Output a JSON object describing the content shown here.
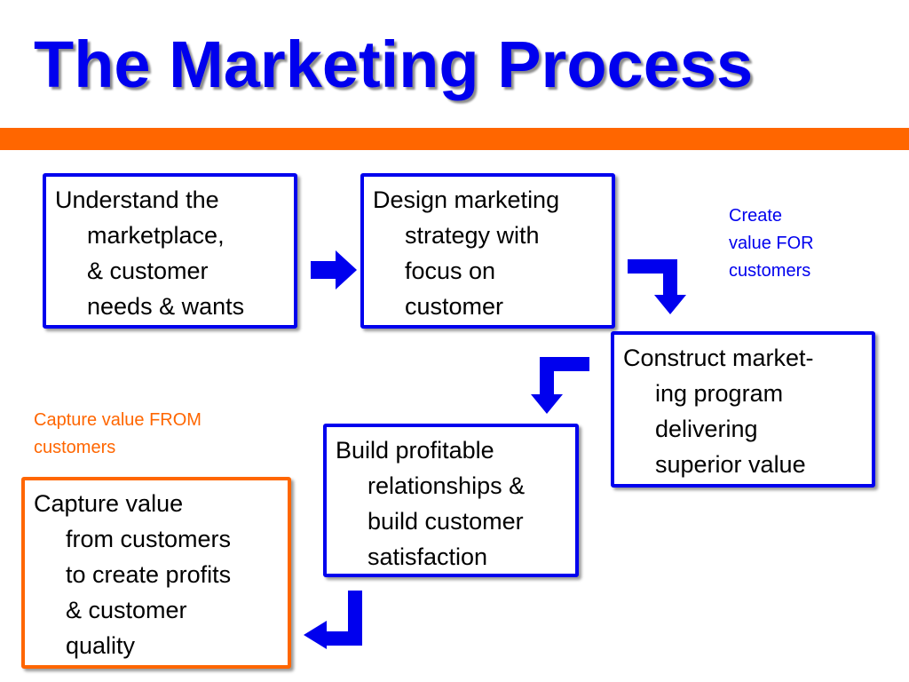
{
  "title": "The Marketing Process",
  "colors": {
    "title": "#0000ee",
    "rule": "#ff6600",
    "box_border": "#0000ee",
    "capture_border": "#ff6600",
    "arrow": "#0000ee",
    "create_note": "#0000ee",
    "capture_note": "#ff6600"
  },
  "steps": [
    {
      "lines": [
        "Understand the",
        "marketplace,",
        "& customer",
        "needs & wants"
      ]
    },
    {
      "lines": [
        "Design marketing",
        "strategy with",
        "focus on",
        "customer"
      ]
    },
    {
      "lines": [
        "Construct market-",
        "ing program",
        "delivering",
        "superior value"
      ]
    },
    {
      "lines": [
        "Build profitable",
        "relationships &",
        "build customer",
        "satisfaction"
      ]
    },
    {
      "lines": [
        "Capture value",
        "from customers",
        "to create profits",
        "& customer",
        "quality"
      ]
    }
  ],
  "create_note": {
    "lines": [
      "Create",
      "value FOR",
      "customers"
    ]
  },
  "capture_note": {
    "lines": [
      "Capture value FROM",
      "customers"
    ]
  },
  "arrows": [
    "right-arrow",
    "right-down-arrow",
    "left-down-arrow",
    "up-left-arrow"
  ]
}
